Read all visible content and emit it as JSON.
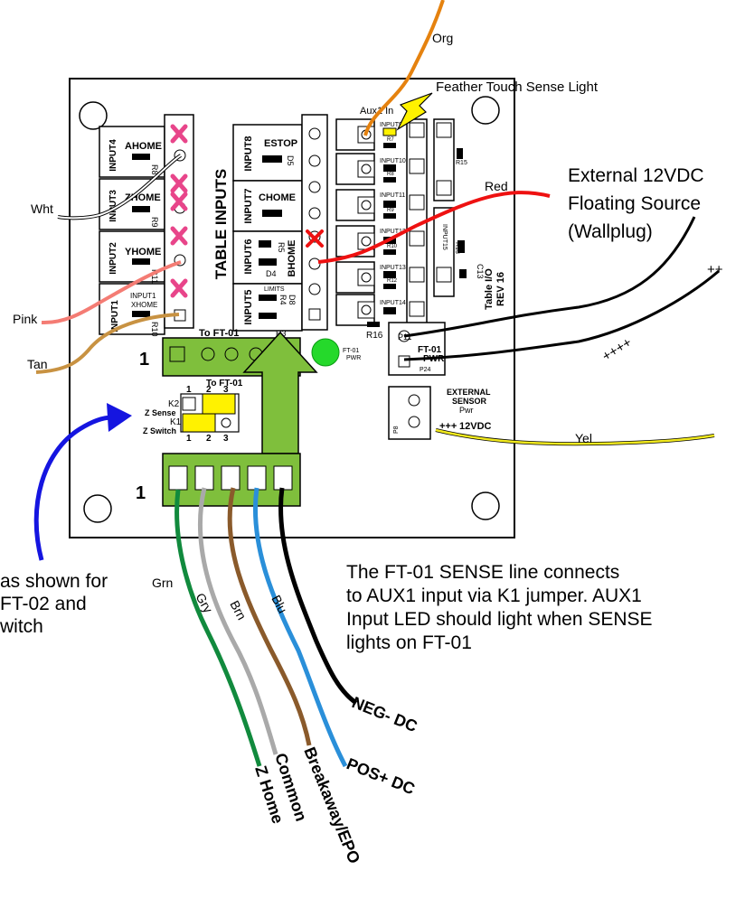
{
  "wires": {
    "org": "Org",
    "feather_touch": "Feather Touch Sense Light",
    "aux_in": "Aux1 In",
    "red": "Red",
    "wht": "Wht",
    "pink": "Pink",
    "tan": "Tan",
    "yel": "Yel",
    "grn": "Grn",
    "gry": "Gry",
    "brn": "Brn",
    "blu": "Blu",
    "plus_top": "++",
    "plus_mid": "++++",
    "plus_yel": "+++"
  },
  "external_source": {
    "line1": "External 12VDC",
    "line2": "Floating Source",
    "line3": "(Wallplug)"
  },
  "board": {
    "table_inputs": "TABLE INPUTS",
    "table_io_line1": "Table I/O",
    "table_io_line2": "REV 16",
    "left_inputs": [
      {
        "input": "INPUT4",
        "home": "AHOME",
        "res": "R8"
      },
      {
        "input": "INPUT3",
        "home": "ZHOME",
        "res": "R9"
      },
      {
        "input": "INPUT2",
        "home": "YHOME",
        "res": "R11"
      },
      {
        "input": "INPUT1",
        "home": "XHOME",
        "res": "R10"
      }
    ],
    "mid_inputs": [
      {
        "input": "INPUT8",
        "home": "ESTOP",
        "d": "D5"
      },
      {
        "input": "INPUT7",
        "home": "CHOME",
        "d": ""
      },
      {
        "input": "INPUT6",
        "home": "BHOME",
        "d": "D4",
        "res": "R5"
      },
      {
        "input": "INPUT5",
        "home": "LIMITS",
        "d": "D8",
        "res": "R4"
      }
    ],
    "aux_leds": [
      "INPUT9",
      "INPUT10",
      "INPUT11",
      "INPUT12",
      "INPUT13",
      "INPUT14"
    ],
    "aux_res": [
      "R7",
      "R8",
      "R9",
      "R10",
      "R12",
      "R16"
    ],
    "input15": "INPUT15",
    "r15": "R15",
    "r13": "R13",
    "c13": "C13",
    "r3": "R3",
    "to_ft01_top": "To FT-01",
    "to_ft01_bottom": "To FT-01",
    "one_top": "1",
    "one_bottom": "1",
    "k2": "K2",
    "k1": "K1",
    "z_sense": "Z Sense",
    "z_switch": "Z Switch",
    "j_nums_top": [
      "1",
      "2",
      "3"
    ],
    "j_nums_bottom": [
      "1",
      "2",
      "3"
    ],
    "ft01_pwr_led_line1": "FT-01",
    "ft01_pwr_led_line2": "PWR",
    "p11": "P11",
    "ft01_pwr_line1": "FT-01",
    "ft01_pwr_line2": "PWR",
    "p24": "P24",
    "ext_sensor_line1": "EXTERNAL",
    "ext_sensor_line2": "SENSOR",
    "ext_sensor_line3": "Pwr",
    "v12": "12VDC",
    "p8": "P8"
  },
  "outputs": {
    "neg_dc": "NEG- DC",
    "pos_dc": "POS+ DC",
    "breakaway": "Breakaway/EPO",
    "common": "Common",
    "z_home": "Z Home"
  },
  "notes": {
    "left_line1": "as shown for",
    "left_line2": "FT-02 and",
    "left_line3": "witch",
    "right_line1": "The FT-01 SENSE line connects",
    "right_line2": "to AUX1 input via K1 jumper. AUX1",
    "right_line3": "Input LED should light when SENSE",
    "right_line4": "lights on FT-01"
  },
  "colors": {
    "orange_wire": "#e5820f",
    "red_wire": "#ee1111",
    "pink_wire": "#f47c74",
    "tan_wire": "#c89242",
    "yellow_wire": "#f2ea1e",
    "green_wire": "#118a3d",
    "grey_wire": "#a9a9a9",
    "brown_wire": "#8a5a2b",
    "blue_wire": "#2a8fd9",
    "blue_arrow": "#1515e0",
    "connector_green": "#7fbf3c",
    "led_green": "#25d92b",
    "jumper_yellow": "#fff200",
    "x_mark_pink": "#e8458a",
    "x_mark_red": "#ee1111"
  }
}
